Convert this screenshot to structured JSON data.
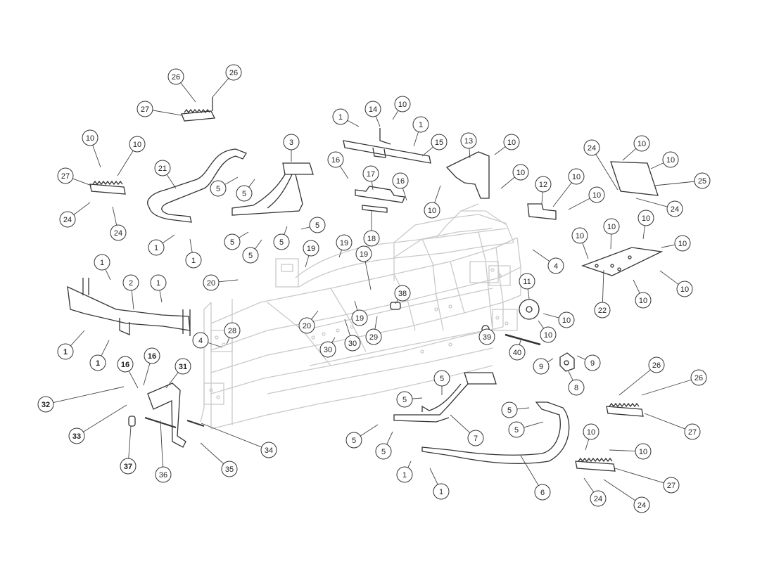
{
  "callouts": [
    {
      "id": "c26a",
      "label": "26"
    },
    {
      "id": "c26b",
      "label": "26"
    },
    {
      "id": "c27a",
      "label": "27"
    },
    {
      "id": "c10a",
      "label": "10"
    },
    {
      "id": "c10b",
      "label": "10"
    },
    {
      "id": "c27b",
      "label": "27"
    },
    {
      "id": "c24a",
      "label": "24"
    },
    {
      "id": "c24b",
      "label": "24"
    },
    {
      "id": "c21",
      "label": "21"
    },
    {
      "id": "c5a",
      "label": "5"
    },
    {
      "id": "c5b",
      "label": "5"
    },
    {
      "id": "c1a",
      "label": "1"
    },
    {
      "id": "c1b",
      "label": "1"
    },
    {
      "id": "c3",
      "label": "3"
    },
    {
      "id": "c5c",
      "label": "5"
    },
    {
      "id": "c5d",
      "label": "5"
    },
    {
      "id": "c5e",
      "label": "5"
    },
    {
      "id": "c5f",
      "label": "5"
    },
    {
      "id": "c1c",
      "label": "1"
    },
    {
      "id": "c14",
      "label": "14"
    },
    {
      "id": "c10c",
      "label": "10"
    },
    {
      "id": "c1d",
      "label": "1"
    },
    {
      "id": "c15",
      "label": "15"
    },
    {
      "id": "c16a",
      "label": "16"
    },
    {
      "id": "c17",
      "label": "17"
    },
    {
      "id": "c16b",
      "label": "16"
    },
    {
      "id": "c18",
      "label": "18"
    },
    {
      "id": "c13",
      "label": "13"
    },
    {
      "id": "c10d",
      "label": "10"
    },
    {
      "id": "c10e",
      "label": "10"
    },
    {
      "id": "c10f",
      "label": "10"
    },
    {
      "id": "c12",
      "label": "12"
    },
    {
      "id": "c10g",
      "label": "10"
    },
    {
      "id": "c10h",
      "label": "10"
    },
    {
      "id": "c24c",
      "label": "24"
    },
    {
      "id": "c10i",
      "label": "10"
    },
    {
      "id": "c10j",
      "label": "10"
    },
    {
      "id": "c25",
      "label": "25"
    },
    {
      "id": "c24d",
      "label": "24"
    },
    {
      "id": "c10k",
      "label": "10"
    },
    {
      "id": "c10l",
      "label": "10"
    },
    {
      "id": "c10m",
      "label": "10"
    },
    {
      "id": "c10n",
      "label": "10"
    },
    {
      "id": "c4a",
      "label": "4"
    },
    {
      "id": "c10o",
      "label": "10"
    },
    {
      "id": "c22",
      "label": "22"
    },
    {
      "id": "c10p",
      "label": "10"
    },
    {
      "id": "c19a",
      "label": "19"
    },
    {
      "id": "c19b",
      "label": "19"
    },
    {
      "id": "c19c",
      "label": "19"
    },
    {
      "id": "c20a",
      "label": "20"
    },
    {
      "id": "c1e",
      "label": "1"
    },
    {
      "id": "c1f",
      "label": "1"
    },
    {
      "id": "c2",
      "label": "2"
    },
    {
      "id": "c1g",
      "label": "1"
    },
    {
      "id": "c1h",
      "label": "1"
    },
    {
      "id": "c38",
      "label": "38"
    },
    {
      "id": "c19d",
      "label": "19"
    },
    {
      "id": "c20b",
      "label": "20"
    },
    {
      "id": "c11",
      "label": "11"
    },
    {
      "id": "c10q",
      "label": "10"
    },
    {
      "id": "c10r",
      "label": "10"
    },
    {
      "id": "c28",
      "label": "28"
    },
    {
      "id": "c4b",
      "label": "4"
    },
    {
      "id": "c30a",
      "label": "30"
    },
    {
      "id": "c30b",
      "label": "30"
    },
    {
      "id": "c29",
      "label": "29"
    },
    {
      "id": "c39",
      "label": "39"
    },
    {
      "id": "c40",
      "label": "40"
    },
    {
      "id": "c9a",
      "label": "9"
    },
    {
      "id": "c9b",
      "label": "9"
    },
    {
      "id": "c8",
      "label": "8"
    },
    {
      "id": "c16c",
      "label": "16"
    },
    {
      "id": "c16d",
      "label": "16"
    },
    {
      "id": "c31",
      "label": "31"
    },
    {
      "id": "c32",
      "label": "32"
    },
    {
      "id": "c33",
      "label": "33"
    },
    {
      "id": "c37",
      "label": "37"
    },
    {
      "id": "c36",
      "label": "36"
    },
    {
      "id": "c34",
      "label": "34"
    },
    {
      "id": "c35",
      "label": "35"
    },
    {
      "id": "c5g",
      "label": "5"
    },
    {
      "id": "c5h",
      "label": "5"
    },
    {
      "id": "c5i",
      "label": "5"
    },
    {
      "id": "c5j",
      "label": "5"
    },
    {
      "id": "c7",
      "label": "7"
    },
    {
      "id": "c5k",
      "label": "5"
    },
    {
      "id": "c5l",
      "label": "5"
    },
    {
      "id": "c1i",
      "label": "1"
    },
    {
      "id": "c1j",
      "label": "1"
    },
    {
      "id": "c6",
      "label": "6"
    },
    {
      "id": "c26c",
      "label": "26"
    },
    {
      "id": "c26d",
      "label": "26"
    },
    {
      "id": "c27c",
      "label": "27"
    },
    {
      "id": "c10s",
      "label": "10"
    },
    {
      "id": "c10t",
      "label": "10"
    },
    {
      "id": "c27d",
      "label": "27"
    },
    {
      "id": "c24e",
      "label": "24"
    },
    {
      "id": "c24f",
      "label": "24"
    }
  ]
}
